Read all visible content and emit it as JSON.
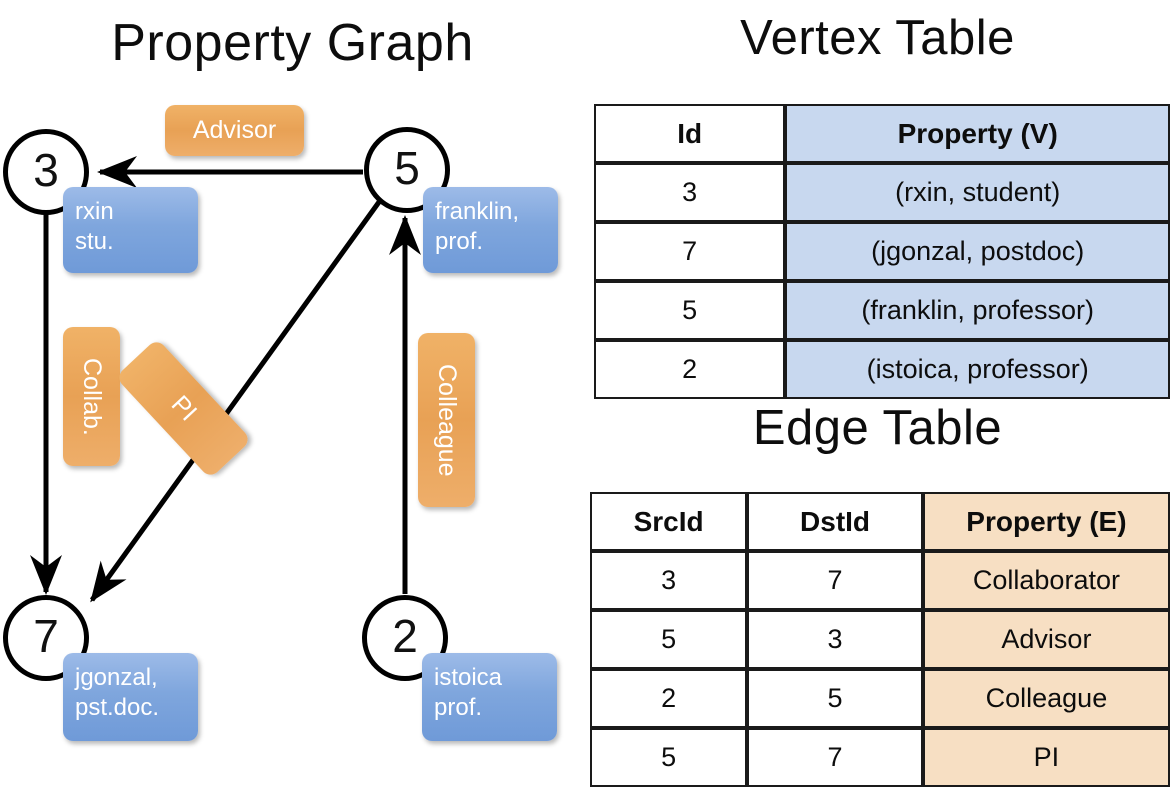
{
  "titles": {
    "property_graph": "Property Graph",
    "vertex_table": "Vertex Table",
    "edge_table": "Edge Table"
  },
  "graph": {
    "vertices": [
      {
        "id": "3",
        "property": "rxin\nstu.",
        "line1": "rxin",
        "line2": "stu."
      },
      {
        "id": "5",
        "property": "franklin,\nprof.",
        "line1": "franklin,",
        "line2": "prof."
      },
      {
        "id": "7",
        "property": "jgonzal,\npst.doc.",
        "line1": "jgonzal,",
        "line2": "pst.doc."
      },
      {
        "id": "2",
        "property": "istoica\nprof.",
        "line1": "istoica",
        "line2": "prof."
      }
    ],
    "edge_labels": [
      {
        "name": "advisor",
        "text": "Advisor",
        "orientation": "horizontal"
      },
      {
        "name": "collab",
        "text": "Collab.",
        "orientation": "vertical"
      },
      {
        "name": "pi",
        "text": "PI",
        "orientation": "rotated"
      },
      {
        "name": "colleague",
        "text": "Colleague",
        "orientation": "vertical"
      }
    ],
    "edges": [
      {
        "src": "5",
        "dst": "3",
        "label": "Advisor"
      },
      {
        "src": "3",
        "dst": "7",
        "label": "Collab."
      },
      {
        "src": "5",
        "dst": "7",
        "label": "PI"
      },
      {
        "src": "2",
        "dst": "5",
        "label": "Colleague"
      }
    ]
  },
  "vertex_table": {
    "headers": [
      "Id",
      "Property (V)"
    ],
    "rows": [
      {
        "id": "3",
        "property": "(rxin, student)"
      },
      {
        "id": "7",
        "property": "(jgonzal, postdoc)"
      },
      {
        "id": "5",
        "property": "(franklin, professor)"
      },
      {
        "id": "2",
        "property": "(istoica, professor)"
      }
    ]
  },
  "edge_table": {
    "headers": [
      "SrcId",
      "DstId",
      "Property (E)"
    ],
    "rows": [
      {
        "src": "3",
        "dst": "7",
        "property": "Collaborator"
      },
      {
        "src": "5",
        "dst": "3",
        "property": "Advisor"
      },
      {
        "src": "2",
        "dst": "5",
        "property": "Colleague"
      },
      {
        "src": "5",
        "dst": "7",
        "property": "PI"
      }
    ]
  },
  "colors": {
    "vertex_property_box": "#7fa6dd",
    "edge_label_box": "#e8a155",
    "vertex_table_highlight": "#c8d8ef",
    "edge_table_highlight": "#f7dfc3",
    "stroke": "#000000"
  }
}
